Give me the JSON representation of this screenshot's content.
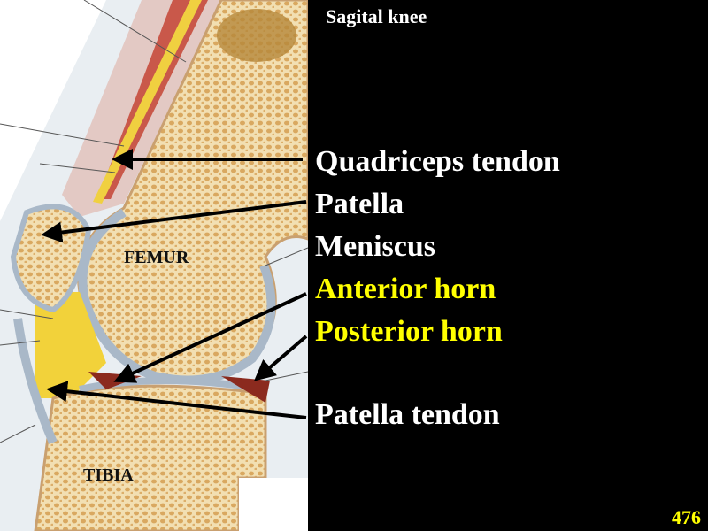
{
  "slide": {
    "title": "Sagital knee",
    "page_number": "476",
    "colors": {
      "background": "#000000",
      "label": "#ffffff",
      "highlight": "#ffff00"
    }
  },
  "labels": [
    {
      "text": "Quadriceps tendon",
      "color": "#ffffff"
    },
    {
      "text": "Patella",
      "color": "#ffffff"
    },
    {
      "text": "Meniscus",
      "color": "#ffffff"
    },
    {
      "text": "Anterior horn",
      "color": "#ffff00"
    },
    {
      "text": "Posterior horn",
      "color": "#ffff00"
    },
    {
      "text": "Patella tendon",
      "color": "#ffffff"
    }
  ],
  "illustration": {
    "bone_labels": {
      "femur": "FEMUR",
      "tibia": "TIBIA"
    }
  }
}
